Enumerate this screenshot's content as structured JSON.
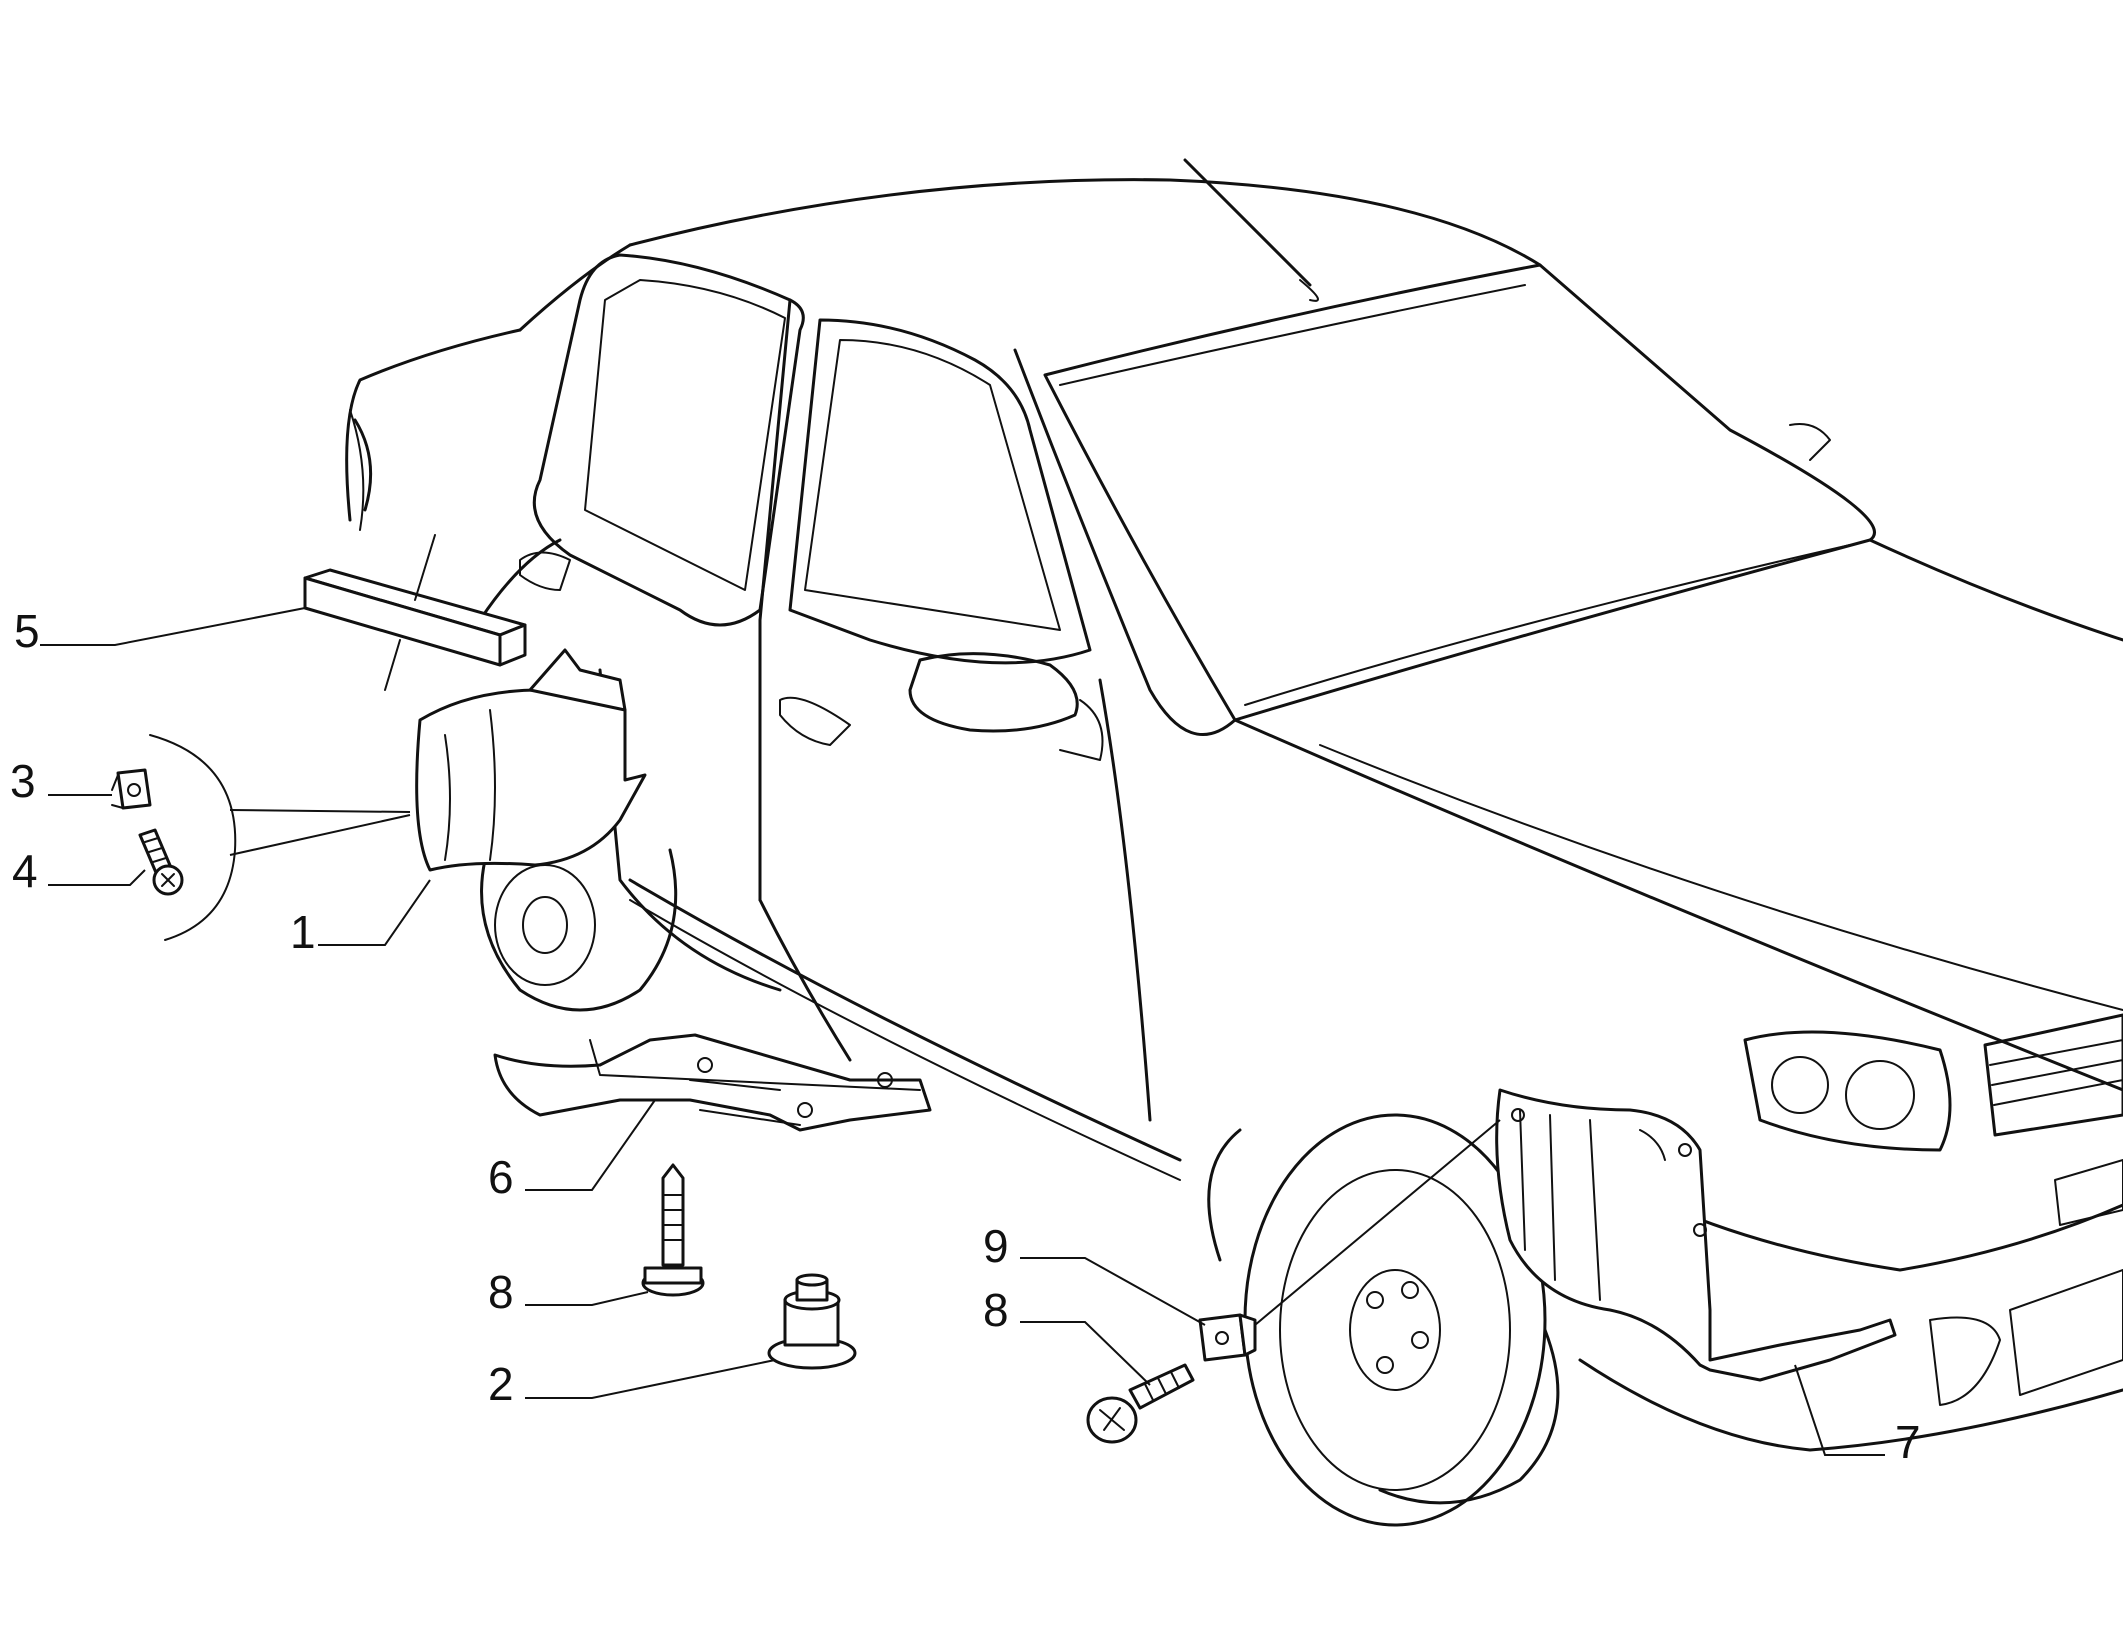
{
  "callouts": [
    {
      "id": "c5",
      "label": "5"
    },
    {
      "id": "c3",
      "label": "3"
    },
    {
      "id": "c4",
      "label": "4"
    },
    {
      "id": "c1",
      "label": "1"
    },
    {
      "id": "c6",
      "label": "6"
    },
    {
      "id": "c8a",
      "label": "8"
    },
    {
      "id": "c2",
      "label": "2"
    },
    {
      "id": "c9",
      "label": "9"
    },
    {
      "id": "c8b",
      "label": "8"
    },
    {
      "id": "c7",
      "label": "7"
    }
  ],
  "colors": {
    "line": "#111111",
    "background": "#ffffff"
  }
}
